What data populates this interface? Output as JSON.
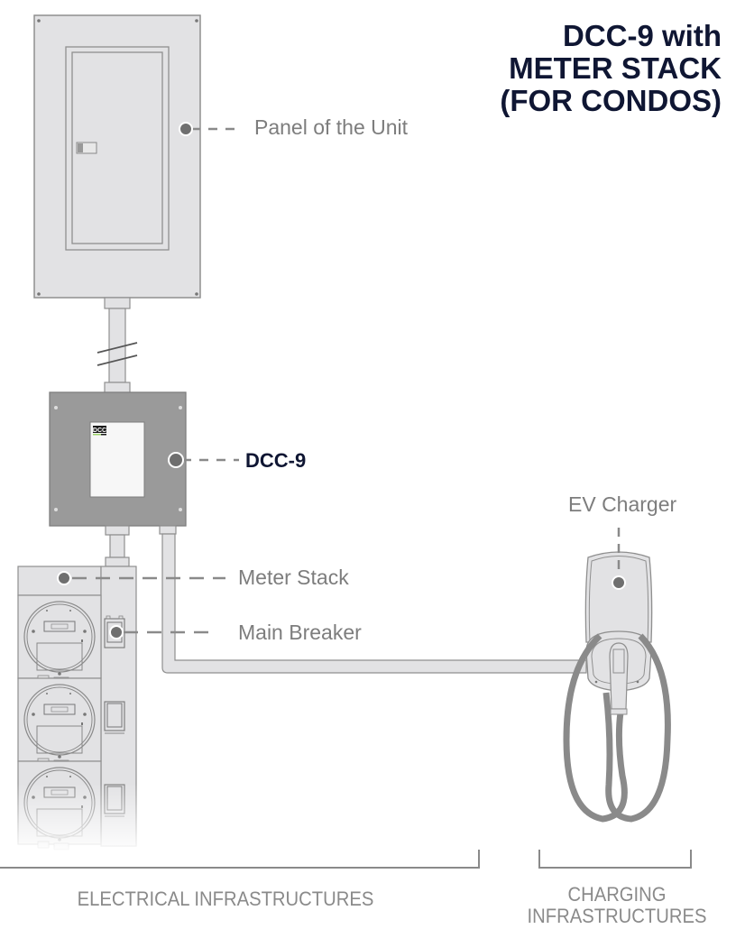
{
  "title": {
    "lines": [
      "DCC-9 with",
      "METER STACK",
      "(FOR CONDOS)"
    ]
  },
  "callouts": {
    "panel": "Panel of the Unit",
    "dcc": "DCC-9",
    "meter_stack": "Meter Stack",
    "main_breaker": "Main Breaker",
    "ev_charger": "EV Charger"
  },
  "device_badge": {
    "logo": "DCC"
  },
  "categories": {
    "electrical": "ELECTRICAL INFRASTRUCTURES",
    "charging_line1": "CHARGING",
    "charging_line2": "INFRASTRUCTURES"
  },
  "colors": {
    "title": "#0f1633",
    "label": "#7d7d7d",
    "panel_fill": "#e2e2e4",
    "dcc_fill": "#9a9a9a",
    "stroke": "#8a8a8a",
    "dot": "#6f6f6f"
  },
  "meter_count": 3
}
